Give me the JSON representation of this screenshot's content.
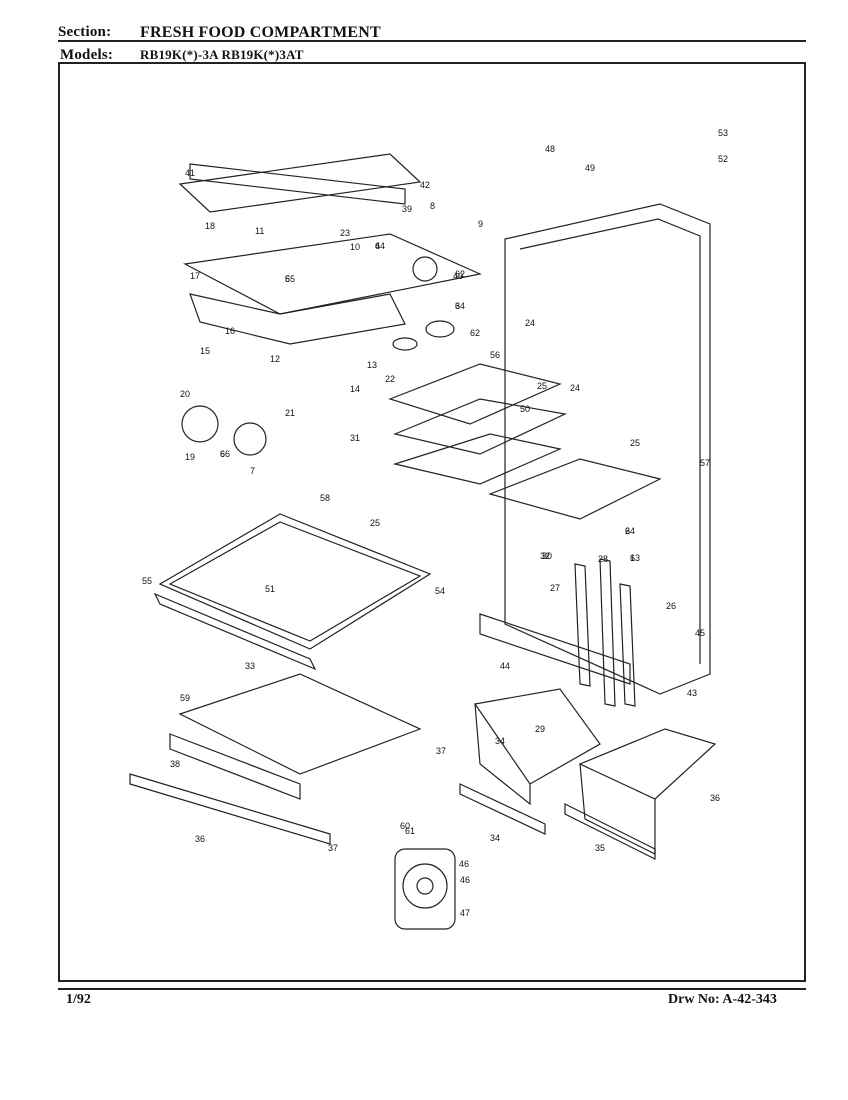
{
  "header": {
    "section_label": "Section:",
    "section_value": "FRESH FOOD COMPARTMENT",
    "models_label": "Models:",
    "models_value": "RB19K(*)-3A  RB19K(*)3AT"
  },
  "footer": {
    "date": "1/92",
    "drawing_number": "Drw No: A-42-343"
  },
  "callouts": [
    "1",
    "2",
    "3",
    "4",
    "5",
    "6",
    "7",
    "8",
    "9",
    "10",
    "11",
    "12",
    "13",
    "14",
    "15",
    "16",
    "17",
    "18",
    "19",
    "20",
    "21",
    "22",
    "23",
    "24",
    "24",
    "25",
    "25",
    "25",
    "26",
    "27",
    "28",
    "29",
    "30",
    "31",
    "32",
    "33",
    "34",
    "34",
    "35",
    "36",
    "36",
    "37",
    "37",
    "38",
    "39",
    "40",
    "41",
    "42",
    "43",
    "44",
    "45",
    "46",
    "46",
    "47",
    "48",
    "49",
    "50",
    "51",
    "52",
    "53",
    "54",
    "55",
    "56",
    "57",
    "58",
    "59",
    "60",
    "61",
    "62",
    "62",
    "63",
    "64",
    "64",
    "64",
    "65",
    "66"
  ]
}
